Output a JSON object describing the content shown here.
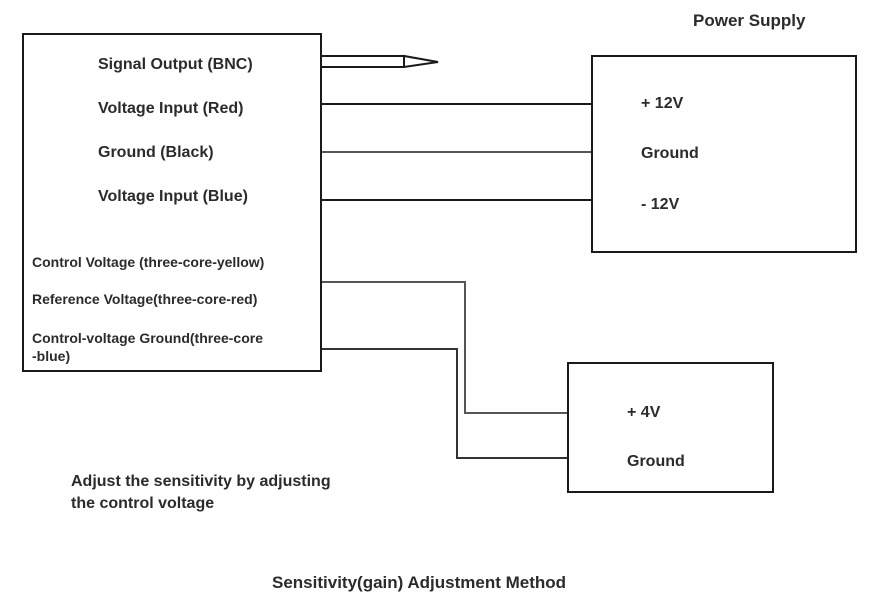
{
  "power_supply_title": "Power Supply",
  "sensor": {
    "signal_output": "Signal Output (BNC)",
    "voltage_input_red": "Voltage Input (Red)",
    "ground_black": "Ground (Black)",
    "voltage_input_blue": "Voltage Input (Blue)",
    "control_voltage": "Control Voltage (three-core-yellow)",
    "reference_voltage": "Reference Voltage(three-core-red)",
    "control_ground_line1": "Control-voltage Ground(three-core",
    "control_ground_line2": "-blue)"
  },
  "power_supply": {
    "plus12": "+ 12V",
    "ground": "Ground",
    "minus12": "- 12V"
  },
  "control_supply": {
    "plus4": "+ 4V",
    "ground": "Ground"
  },
  "note_line1": "Adjust the sensitivity by adjusting",
  "note_line2": "the control voltage",
  "caption": "Sensitivity(gain) Adjustment Method"
}
